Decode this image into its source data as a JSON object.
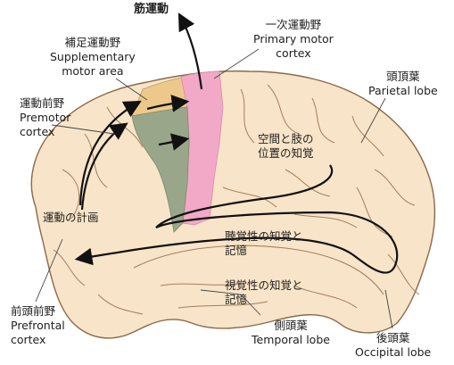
{
  "labels": {
    "muscle_movement": "筋運動",
    "primary_motor": {
      "jp": "一次運動野",
      "en1": "Primary motor",
      "en2": "cortex"
    },
    "supplementary": {
      "jp": "補足運動野",
      "en1": "Supplementary",
      "en2": "motor area"
    },
    "parietal": {
      "jp": "頭頂葉",
      "en": "Parietal lobe"
    },
    "premotor": {
      "jp": "運動前野",
      "en1": "Premotor",
      "en2": "cortex"
    },
    "spatial": {
      "line1": "空間と肢の",
      "line2": "位置の知覚"
    },
    "motor_planning": "運動の計画",
    "auditory": {
      "line1": "聴覚性の知覚と",
      "line2": "記憶"
    },
    "visual": {
      "line1": "視覚性の知覚と",
      "line2": "記憶"
    },
    "prefrontal": {
      "jp": "前頭前野",
      "en1": "Prefrontal",
      "en2": "cortex"
    },
    "temporal": {
      "jp": "側頭葉",
      "en": "Temporal lobe"
    },
    "occipital": {
      "jp": "後頭葉",
      "en": "Occipital lobe"
    }
  },
  "colors": {
    "brain_fill": "#f8e4c8",
    "brain_outline": "#8a6a4a",
    "primary_motor": "#f2a9c7",
    "premotor": "#9aa68a",
    "supplementary": "#ecc98a",
    "arrow": "#111111"
  }
}
